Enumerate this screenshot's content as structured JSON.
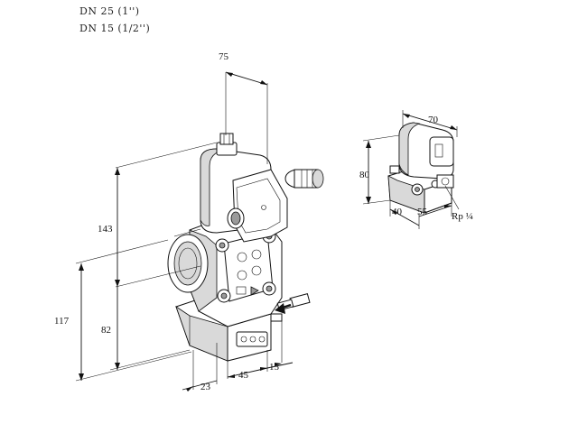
{
  "header": {
    "line1": "DN 25 (1'')",
    "line2": "DN 15 (1/2'')"
  },
  "dimensions": {
    "main": {
      "top_width": "75",
      "height_upper": "143",
      "height_total": "117",
      "height_lower": "82",
      "offset_bottom": "23",
      "width_bottom": "45",
      "width_side": "15"
    },
    "detail": {
      "width": "70",
      "height": "80",
      "depth": "40",
      "length": "55",
      "thread": "Rp ¼"
    }
  },
  "icons": {
    "flow-arrow": "flow-direction-arrow-icon"
  }
}
